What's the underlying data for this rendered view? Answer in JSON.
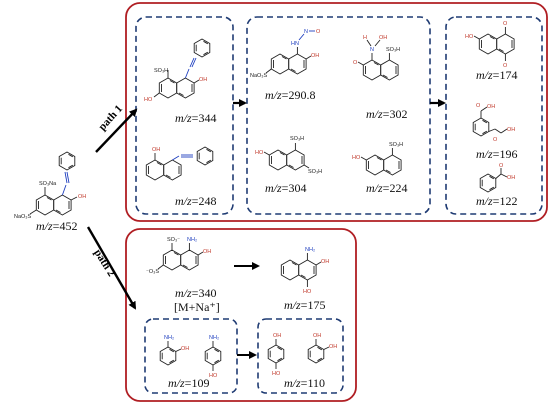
{
  "mz_prefix": "m/z",
  "path1_label": "path 1",
  "path2_label": "path 2",
  "start_mz": "=452",
  "atoms": {
    "so3na": "SO₃Na",
    "naso3": "NaO₃S",
    "so3h": "SO₃H",
    "oh": "OH",
    "ho": "HO",
    "o": "O",
    "nh2": "NH₂",
    "n": "N",
    "hn": "HN",
    "ohn": "H",
    "so3minus": "SO₃⁻",
    "o3s": "⁻O₃S",
    "cooh_o": "O",
    "cooh_oh": "OH"
  },
  "box1a": {
    "mz": [
      "=344",
      "=248"
    ]
  },
  "box1b": {
    "mz": [
      "=290.8",
      "=302",
      "=304",
      "=224"
    ]
  },
  "box1c": {
    "mz": [
      "=174",
      "=196",
      "=122"
    ]
  },
  "box2a": {
    "mz": [
      "=340",
      "=175"
    ],
    "adduct": "[M+Na⁺]"
  },
  "box2b": {
    "mz": [
      "=109",
      "=110"
    ]
  }
}
